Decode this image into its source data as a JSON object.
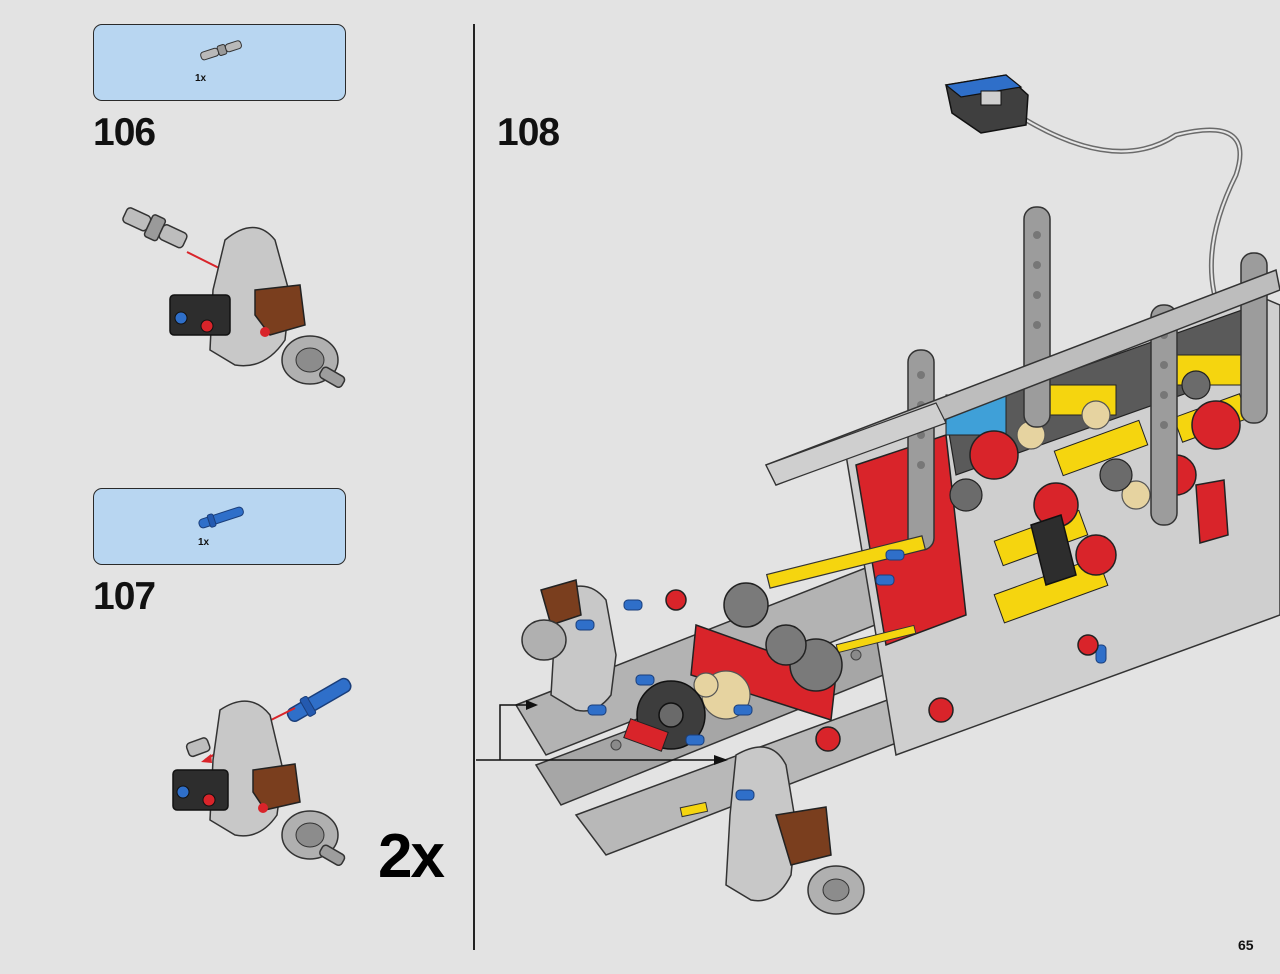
{
  "steps": [
    {
      "number": "106",
      "part_qty": "1x",
      "part_icon": "universal-joint-part"
    },
    {
      "number": "107",
      "part_qty": "1x",
      "part_icon": "blue-axle-pin-part"
    },
    {
      "number": "108"
    }
  ],
  "multiplier": "2x",
  "page_number": "65",
  "colors": {
    "background": "#e3e3e3",
    "parts_box": "#b8d6f1",
    "beam_gray": "#a9a9a9",
    "red": "#d9242a",
    "yellow": "#f5d50f",
    "blue": "#2f6fc9",
    "brown": "#7a3e1e",
    "tan": "#e6d3a0",
    "dark": "#333333"
  }
}
